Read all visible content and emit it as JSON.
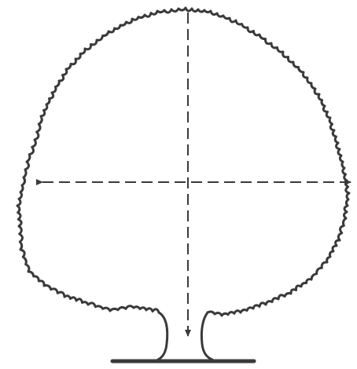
{
  "figure": {
    "subject": "tree-crown-dimension-sketch",
    "colors": {
      "ink": "#3a3a3a",
      "background": "#ffffff"
    },
    "dimension_arrows": [
      {
        "name": "crown-height",
        "orientation": "vertical",
        "arrowheads": [
          "bottom"
        ]
      },
      {
        "name": "crown-width",
        "orientation": "horizontal",
        "arrowheads": [
          "left",
          "right"
        ]
      }
    ]
  }
}
